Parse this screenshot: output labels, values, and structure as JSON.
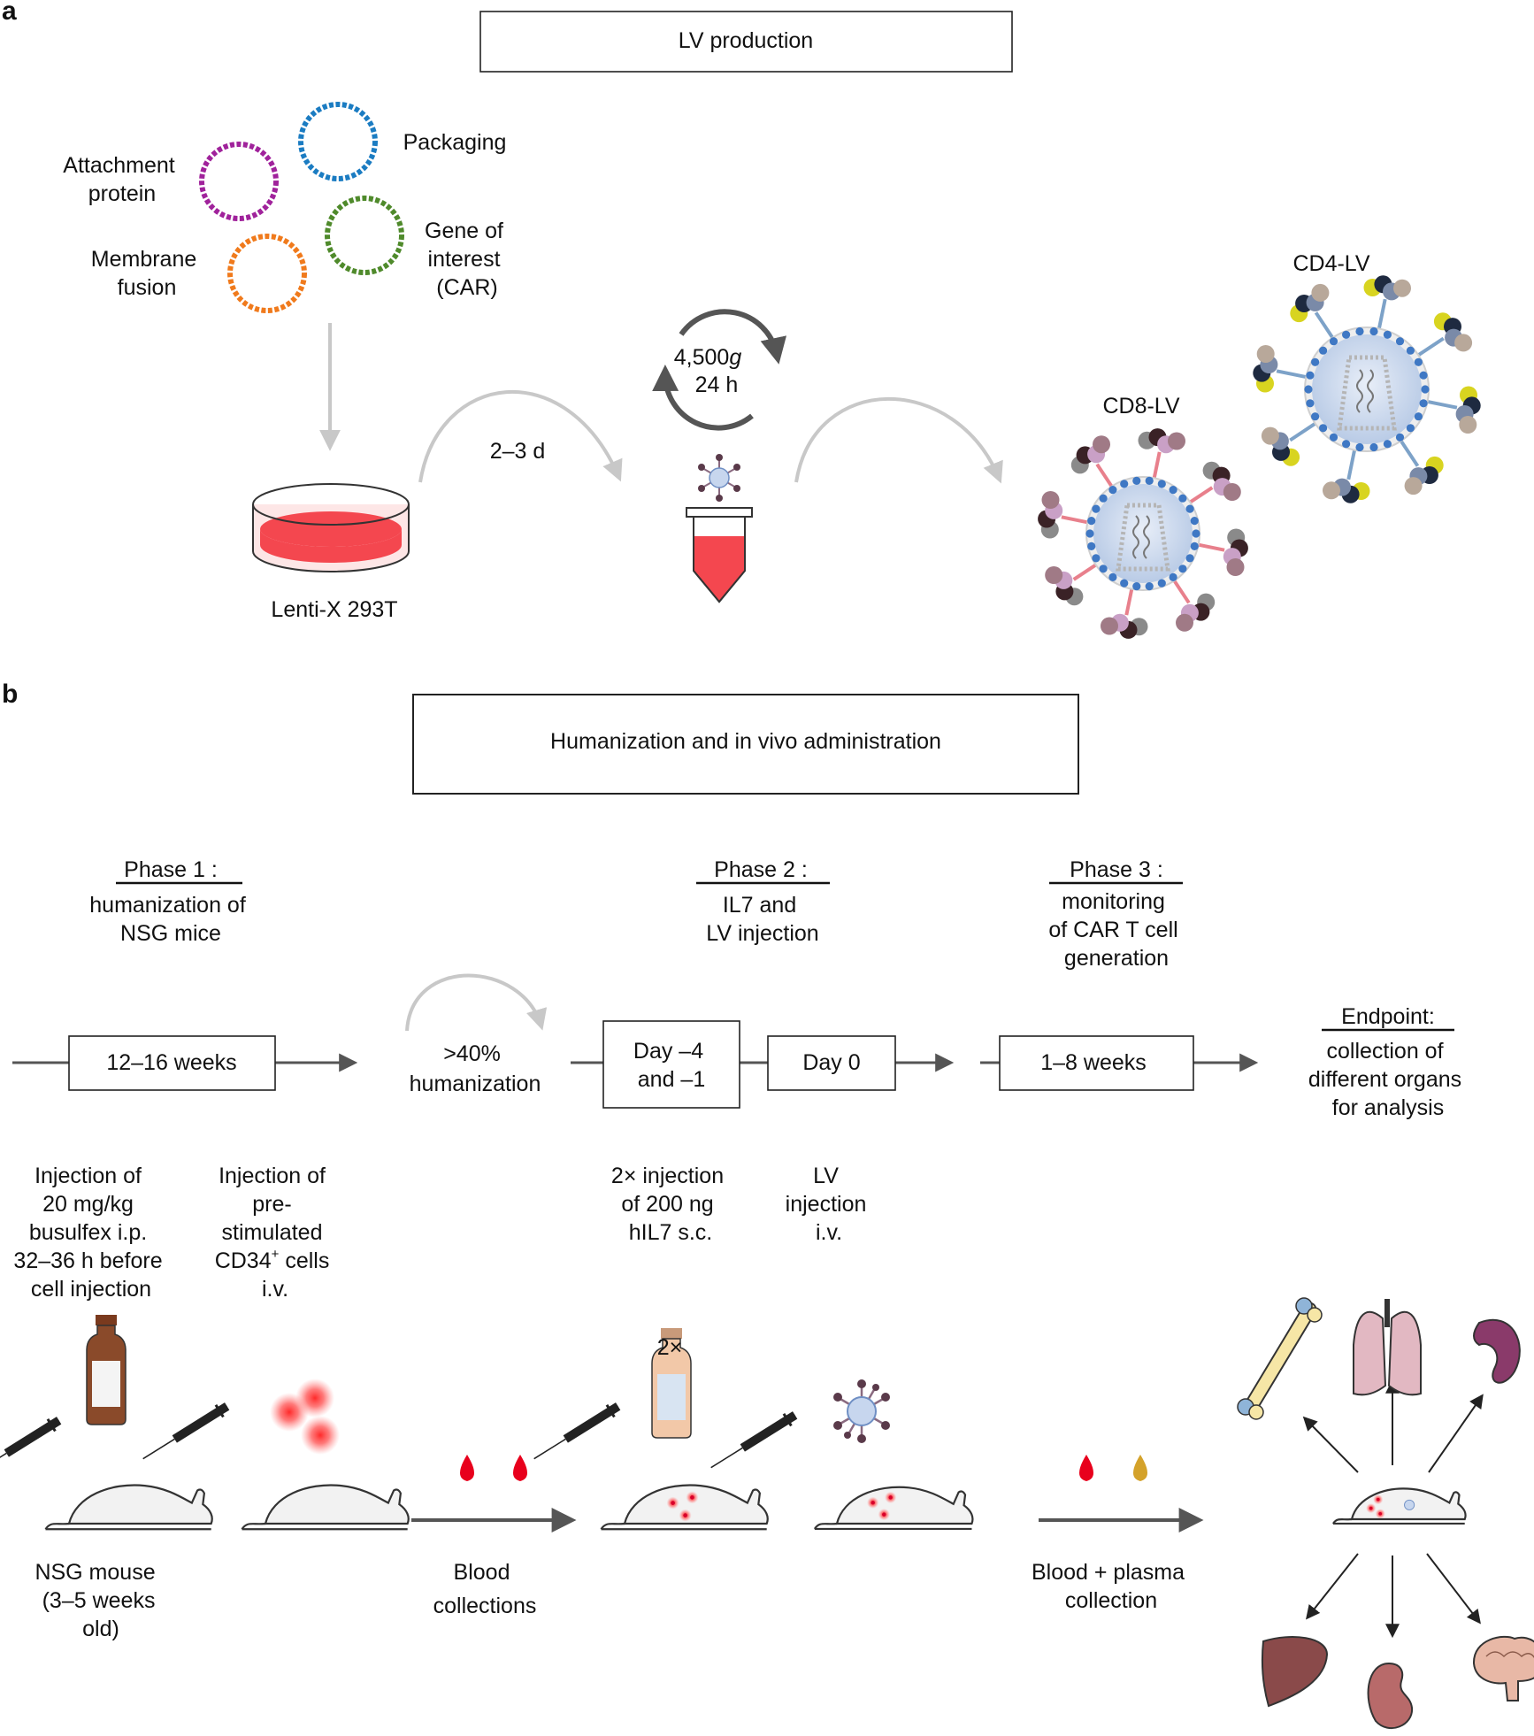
{
  "colors": {
    "attachment": "#a0229b",
    "packaging": "#1b7cc2",
    "gene": "#4f8a2b",
    "membrane": "#f07a1c",
    "cd8_accent": "#e8808c",
    "cd4_accent": "#e0e020",
    "blood": "#e8001c",
    "plasma": "#d4a22a",
    "timeline": "#555555"
  },
  "panel_a": {
    "letter": "a",
    "title": "LV production",
    "plasmids": {
      "attachment": [
        "Attachment",
        "protein"
      ],
      "packaging": "Packaging",
      "membrane": [
        "Membrane",
        "fusion"
      ],
      "gene": [
        "Gene of",
        "interest",
        "(CAR)"
      ]
    },
    "culture_dish_label": "Lenti-X 293T",
    "time_label": "2–3 d",
    "centrifuge": {
      "speed": "4,500",
      "speed_unit": "g",
      "time": "24 h"
    },
    "cd8_label": "CD8-LV",
    "cd4_label": "CD4-LV"
  },
  "panel_b": {
    "letter": "b",
    "title": "Humanization and in vivo administration",
    "phase1": {
      "heading": "Phase 1 :",
      "desc": [
        "humanization of",
        "NSG mice"
      ]
    },
    "phase2": {
      "heading": "Phase 2 :",
      "desc": [
        "IL7 and",
        "LV injection"
      ]
    },
    "phase3": {
      "heading": "Phase 3 :",
      "desc": [
        "monitoring",
        "of CAR T cell",
        "generation"
      ]
    },
    "endpoint": {
      "heading": "Endpoint:",
      "desc": [
        "collection of",
        "different organs",
        "for analysis"
      ]
    },
    "timeline": {
      "weeks1": "12–16 weeks",
      "humanization": [
        ">40%",
        "humanization"
      ],
      "day_minus": [
        "Day –4",
        "and –1"
      ],
      "day0": "Day 0",
      "weeks2": "1–8 weeks"
    },
    "steps": {
      "busulfex": [
        "Injection of",
        "20 mg/kg",
        "busulfex i.p.",
        "32–36 h before",
        "cell injection"
      ],
      "cd34": [
        "Injection of",
        "pre-",
        "stimulated",
        "CD34",
        "+",
        " cells",
        "i.v."
      ],
      "il7": [
        "2× injection",
        "of 200 ng",
        "hIL7 s.c."
      ],
      "lv": [
        "LV",
        "injection",
        "i.v."
      ]
    },
    "bottom": {
      "mouse": [
        "NSG mouse",
        "(3–5 weeks",
        "old)"
      ],
      "blood": [
        "Blood",
        "collections"
      ],
      "times": "2×",
      "plasma": [
        "Blood + plasma",
        "collection"
      ]
    }
  }
}
